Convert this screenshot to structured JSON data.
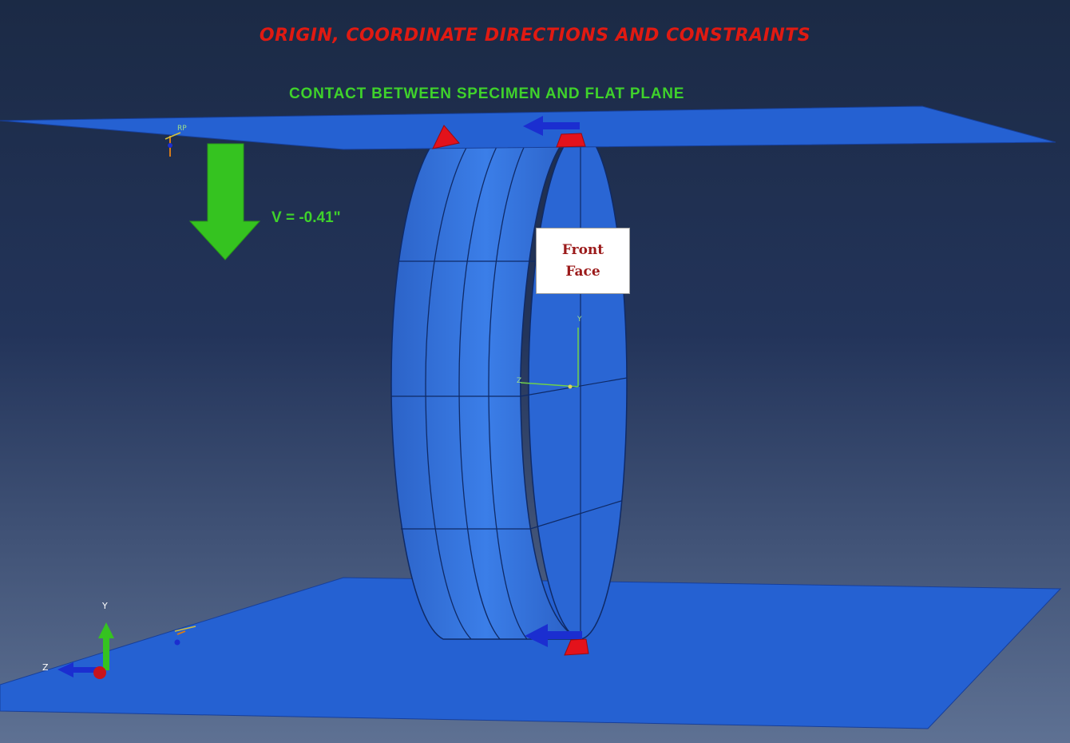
{
  "title": "ORIGIN, COORDINATE DIRECTIONS AND CONSTRAINTS",
  "subtitle": "CONTACT BETWEEN SPECIMEN AND FLAT PLANE",
  "displacement_label": "V = -0.41\"",
  "front_face_label": {
    "line1": "Front",
    "line2": "Face"
  },
  "global_axes": {
    "y": "Y",
    "z": "Z"
  },
  "local_axes": {
    "y": "Y",
    "z": "Z"
  },
  "rp_label": "RP",
  "colors": {
    "background_top": "#1b2a45",
    "background_bottom": "#5c6f8f",
    "model_blue": "#2e6fdc",
    "plane_blue": "#2561d2",
    "load_arrow": "#35c320",
    "constraint_red": "#e3121b",
    "axis_arrow_blue": "#1b2ed0",
    "title_red": "#e01a12",
    "label_green": "#3fd22b"
  }
}
